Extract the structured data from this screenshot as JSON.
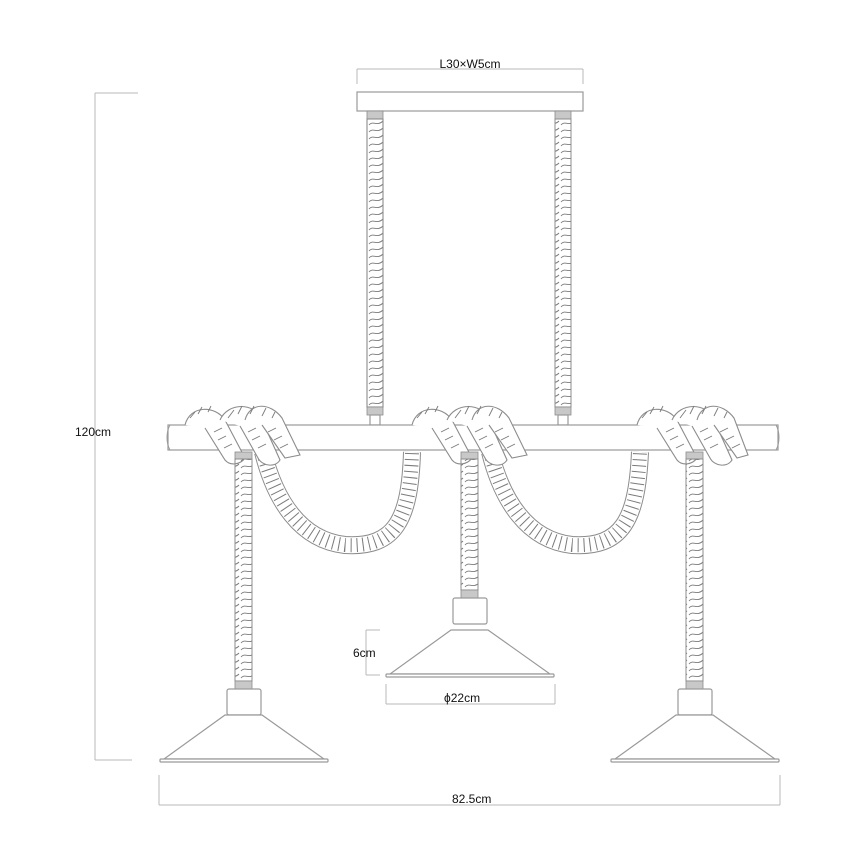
{
  "drawing": {
    "title": "Rope pendant light dimension drawing",
    "colors": {
      "line": "#9a9a9a",
      "dimension": "#b8b8b8",
      "text": "#111111",
      "background": "#ffffff"
    }
  },
  "dimensions": {
    "canopy": {
      "label": "L30×W5cm"
    },
    "total_height": {
      "label": "120cm"
    },
    "shade_height": {
      "label": "6cm"
    },
    "shade_diameter": {
      "label": "ϕ22cm"
    },
    "total_width": {
      "label": "82.5cm"
    }
  },
  "components": {
    "canopy": "ceiling-canopy",
    "suspension_ropes": 2,
    "bar": "horizontal-wooden-bar",
    "pendants": 3,
    "shades": [
      "left-shade",
      "center-shade",
      "right-shade"
    ]
  }
}
